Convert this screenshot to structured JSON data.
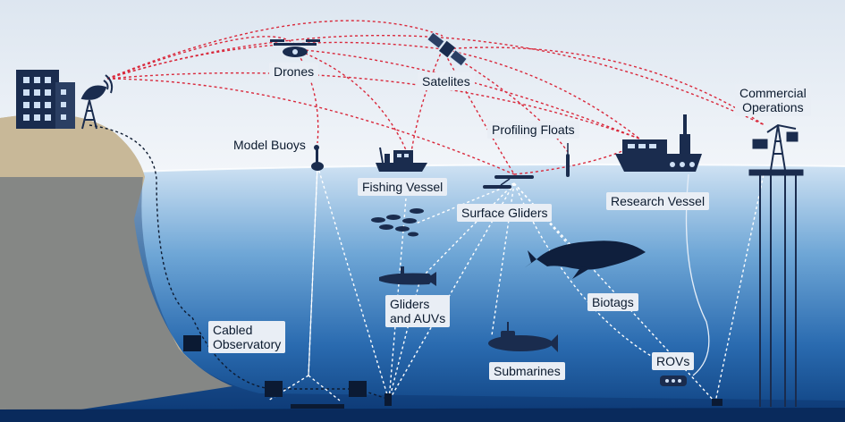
{
  "labels": {
    "drones": "Drones",
    "satellites": "Satelites",
    "commercial": "Commercial\nOperations",
    "model_buoys": "Model Buoys",
    "profiling_floats": "Profiling Floats",
    "fishing_vessel": "Fishing Vessel",
    "surface_gliders": "Surface Gliders",
    "research_vessel": "Research Vessel",
    "gliders_auvs": "Gliders\nand AUVs",
    "biotags": "Biotags",
    "cabled_observatory": "Cabled\nObservatory",
    "submarines": "Submarines",
    "rovs": "ROVs"
  },
  "colors": {
    "sky_top": "#dde6f0",
    "sky_bottom": "#f3f6fa",
    "ocean_top": "#cfe2f3",
    "ocean_mid": "#3f84c3",
    "ocean_deep": "#0d3f7e",
    "land": "#c8b898",
    "seafloor": "#092a5c",
    "icon_navy": "#1a2c4e",
    "air_link": "#d9283b",
    "water_link": "#ffffff",
    "label_bg": "#e9eef5"
  },
  "icons": [
    "building-icon",
    "satellite-dish-icon",
    "drone-icon",
    "satellite-icon",
    "oil-platform-icon",
    "buoy-icon",
    "fishing-vessel-icon",
    "research-vessel-icon",
    "profiling-float-icon",
    "surface-glider-icon",
    "fish-school-icon",
    "whale-icon",
    "glider-auv-icon",
    "submarine-icon",
    "rov-icon",
    "cabled-node-icon"
  ]
}
